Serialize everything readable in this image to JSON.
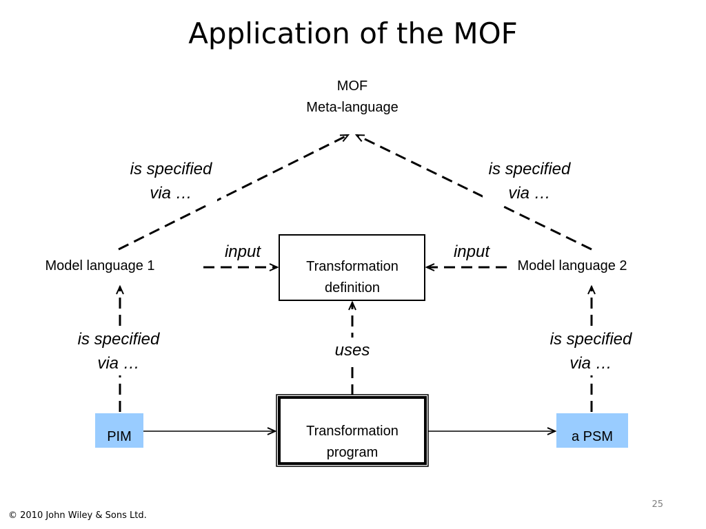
{
  "slide": {
    "title": "Application of the MOF",
    "footer": "© 2010 John Wiley & Sons Ltd.",
    "page_number": "25"
  },
  "diagram": {
    "mof_line1": "MOF",
    "mof_line2": "Meta-language",
    "model_language_1": "Model language 1",
    "model_language_2": "Model language 2",
    "transformation_definition": [
      "Transformation",
      "definition"
    ],
    "transformation_program": [
      "Transformation",
      "program"
    ],
    "pim": "PIM",
    "psm": "a PSM",
    "edge_labels": {
      "specified_top_left": [
        "is specified",
        "via …"
      ],
      "specified_top_right": [
        "is specified",
        "via …"
      ],
      "specified_bottom_left": [
        "is specified",
        "via …"
      ],
      "specified_bottom_right": [
        "is specified",
        "via …"
      ],
      "input_left": "input",
      "input_right": "input",
      "uses": "uses"
    },
    "colors": {
      "model_box_fill": "#99CCFF",
      "line": "#000000"
    }
  }
}
